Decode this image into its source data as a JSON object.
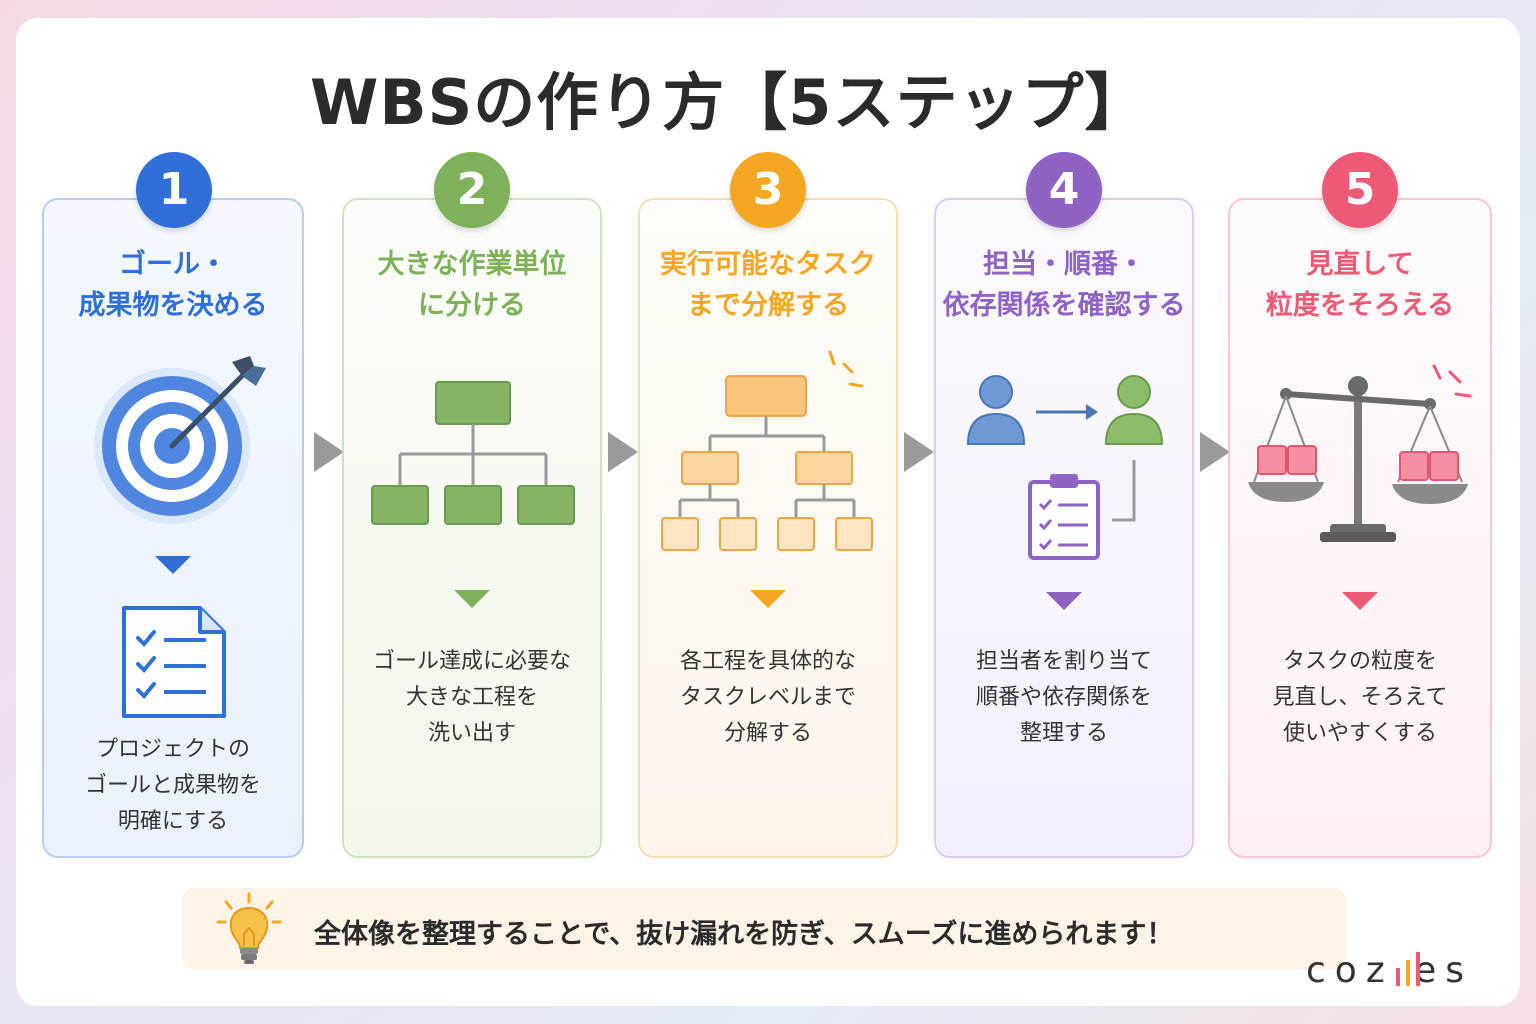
{
  "title": "WBSの作り方【5ステップ】",
  "colors": {
    "step1": "#2e6fd8",
    "step2": "#7fb05a",
    "step3": "#f5a623",
    "step4": "#8e63c4",
    "step5": "#ee5a76"
  },
  "steps": [
    {
      "number": "1",
      "title_lines": [
        "ゴール・",
        "成果物を決める"
      ],
      "icon": "target-arrow-icon",
      "sub_icon": "checklist-icon",
      "desc_lines": [
        "プロジェクトの",
        "ゴールと成果物を",
        "明確にする"
      ]
    },
    {
      "number": "2",
      "title_lines": [
        "大きな作業単位",
        "に分ける"
      ],
      "icon": "tree-hierarchy-icon",
      "desc_lines": [
        "ゴール達成に必要な",
        "大きな工程を",
        "洗い出す"
      ]
    },
    {
      "number": "3",
      "title_lines": [
        "実行可能なタスク",
        "まで分解する"
      ],
      "icon": "task-breakdown-icon",
      "desc_lines": [
        "各工程を具体的な",
        "タスクレベルまで",
        "分解する"
      ]
    },
    {
      "number": "4",
      "title_lines": [
        "担当・順番・",
        "依存関係を確認する"
      ],
      "icon": "people-clipboard-icon",
      "desc_lines": [
        "担当者を割り当て",
        "順番や依存関係を",
        "整理する"
      ]
    },
    {
      "number": "5",
      "title_lines": [
        "見直して",
        "粒度をそろえる"
      ],
      "icon": "balance-scale-icon",
      "desc_lines": [
        "タスクの粒度を",
        "見直し、そろえて",
        "使いやすくする"
      ]
    }
  ],
  "tip": {
    "icon": "lightbulb-icon",
    "text": "全体像を整理することで、抜け漏れを防ぎ、スムーズに進められます！"
  },
  "brand": {
    "text": "coz  es"
  }
}
